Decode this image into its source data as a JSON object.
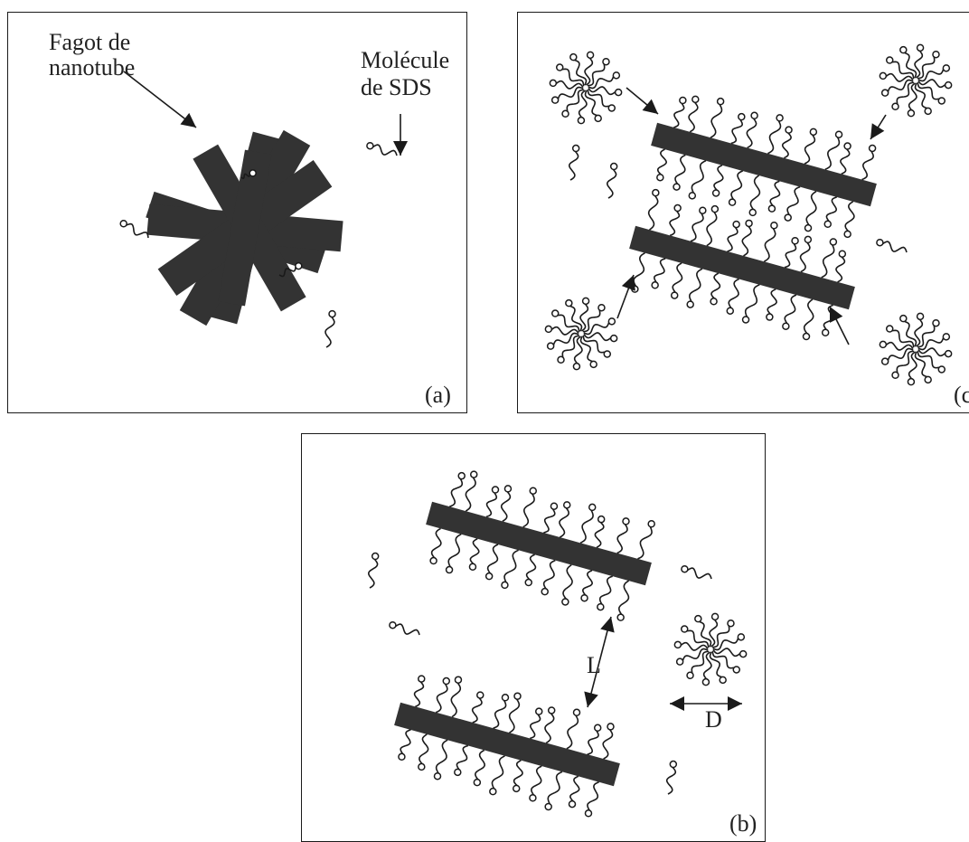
{
  "panel_a": {
    "label": "(a)",
    "fagot_label_line1": "Fagot de",
    "fagot_label_line2": "nanotube",
    "molecule_label_line1": "Molécule",
    "molecule_label_line2": "de SDS"
  },
  "panel_c": {
    "label": "(c"
  },
  "panel_b": {
    "label": "(b)",
    "length_label": "L",
    "diameter_label": "D"
  },
  "colors": {
    "tube": "#333333",
    "line": "#1a1a1a",
    "background": "#ffffff"
  }
}
